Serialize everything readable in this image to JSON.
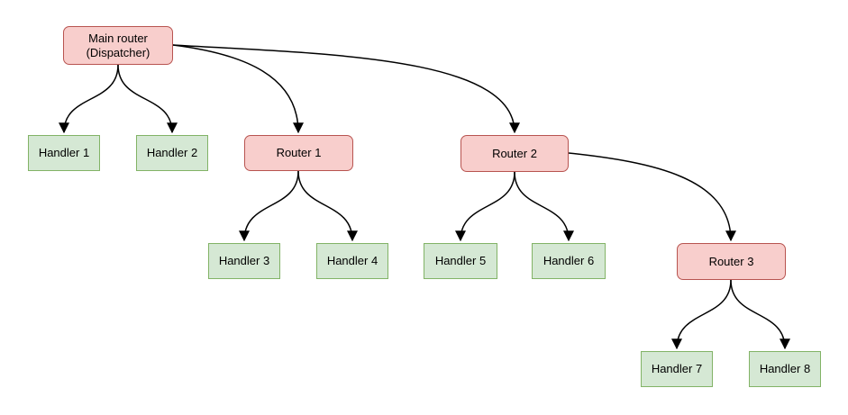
{
  "diagram": {
    "colors": {
      "background": "#ffffff",
      "router_fill": "#f8cecc",
      "router_border": "#b85450",
      "handler_fill": "#d5e8d4",
      "handler_border": "#82b366",
      "edge": "#000000",
      "text": "#000000"
    },
    "nodes": {
      "main": {
        "line1": "Main router",
        "line2": "(Dispatcher)",
        "type": "router"
      },
      "handler1": {
        "label": "Handler 1",
        "type": "handler"
      },
      "handler2": {
        "label": "Handler 2",
        "type": "handler"
      },
      "router1": {
        "label": "Router 1",
        "type": "router"
      },
      "router2": {
        "label": "Router 2",
        "type": "router"
      },
      "handler3": {
        "label": "Handler 3",
        "type": "handler"
      },
      "handler4": {
        "label": "Handler 4",
        "type": "handler"
      },
      "handler5": {
        "label": "Handler 5",
        "type": "handler"
      },
      "handler6": {
        "label": "Handler 6",
        "type": "handler"
      },
      "router3": {
        "label": "Router 3",
        "type": "router"
      },
      "handler7": {
        "label": "Handler 7",
        "type": "handler"
      },
      "handler8": {
        "label": "Handler 8",
        "type": "handler"
      }
    },
    "edges": [
      {
        "from": "Main router (Dispatcher)",
        "to": "Handler 1"
      },
      {
        "from": "Main router (Dispatcher)",
        "to": "Handler 2"
      },
      {
        "from": "Main router (Dispatcher)",
        "to": "Router 1"
      },
      {
        "from": "Main router (Dispatcher)",
        "to": "Router 2"
      },
      {
        "from": "Router 1",
        "to": "Handler 3"
      },
      {
        "from": "Router 1",
        "to": "Handler 4"
      },
      {
        "from": "Router 2",
        "to": "Handler 5"
      },
      {
        "from": "Router 2",
        "to": "Handler 6"
      },
      {
        "from": "Router 2",
        "to": "Router 3"
      },
      {
        "from": "Router 3",
        "to": "Handler 7"
      },
      {
        "from": "Router 3",
        "to": "Handler 8"
      }
    ]
  }
}
